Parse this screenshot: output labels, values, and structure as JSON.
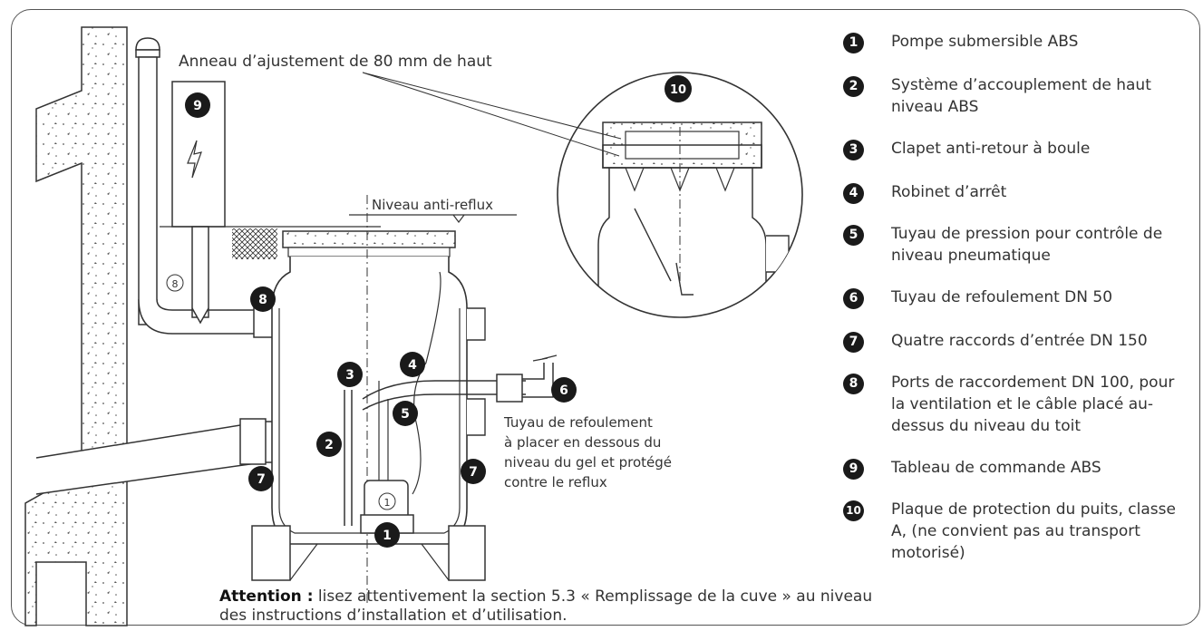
{
  "labels": {
    "adjust_ring": "Anneau d’ajustement de 80 mm de haut",
    "anti_reflux": "Niveau anti-reflux",
    "pipe_note": [
      "Tuyau de refoulement",
      "à placer en dessous du",
      "niveau du gel et protégé",
      "contre le reflux"
    ]
  },
  "legend": [
    {
      "num": "1",
      "text": "Pompe submersible ABS"
    },
    {
      "num": "2",
      "text": "Système d’accouplement de haut niveau ABS"
    },
    {
      "num": "3",
      "text": "Clapet anti-retour à boule"
    },
    {
      "num": "4",
      "text": "Robinet d’arrêt"
    },
    {
      "num": "5",
      "text": "Tuyau de pression pour contrôle de niveau pneumatique"
    },
    {
      "num": "6",
      "text": "Tuyau de refoulement DN 50"
    },
    {
      "num": "7",
      "text": "Quatre raccords d’entrée DN 150"
    },
    {
      "num": "8",
      "text": "Ports de raccordement DN 100, pour la ventilation et le câble placé au-dessus du niveau du toit"
    },
    {
      "num": "9",
      "text": "Tableau de commande ABS"
    },
    {
      "num": "10",
      "text": "Plaque de protection du puits, classe A, (ne convient pas au transport motorisé)"
    }
  ],
  "attention": {
    "label": "Attention :",
    "text": "lisez attentivement la section 5.3 « Remplissage de la cuve » au niveau des instructions d’installation et d’utilisation."
  },
  "callouts": {
    "c1": "1",
    "c2": "2",
    "c3": "3",
    "c4": "4",
    "c5": "5",
    "c6": "6",
    "c7a": "7",
    "c7b": "7",
    "c8": "8",
    "c8o": "8",
    "c9": "9",
    "c10": "10",
    "c1o": "1"
  }
}
